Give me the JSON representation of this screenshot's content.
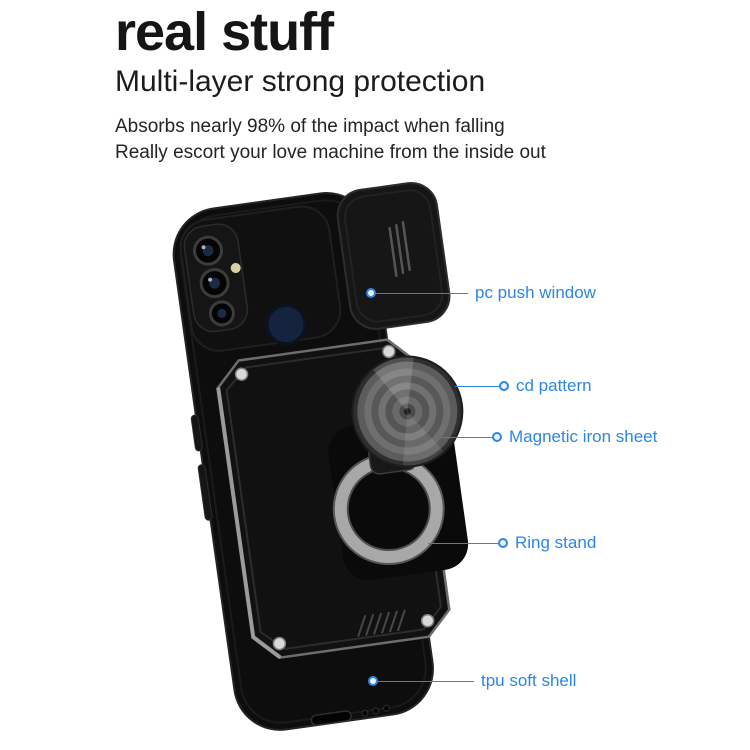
{
  "header": {
    "title": "real stuff",
    "subtitle": "Multi-layer strong protection",
    "description": [
      "Absorbs nearly 98% of the impact when falling",
      "Really escort your love machine from the inside out"
    ]
  },
  "callouts": [
    {
      "label": "pc push window"
    },
    {
      "label": "cd pattern"
    },
    {
      "label": "Magnetic iron sheet"
    },
    {
      "label": "Ring stand"
    },
    {
      "label": "tpu soft shell"
    }
  ],
  "colors": {
    "callout_blue": "#2b86e9",
    "title_color": "#151515",
    "case_black": "#0d0d0d",
    "camera_window_navy": "#16233f",
    "metal_gray": "#a8a8a8"
  },
  "illustration": {
    "subject": "Black armored phone case, rear view, with slide camera push cover open, triple camera lenses, CD-pattern magnetic disc and ring stand"
  }
}
